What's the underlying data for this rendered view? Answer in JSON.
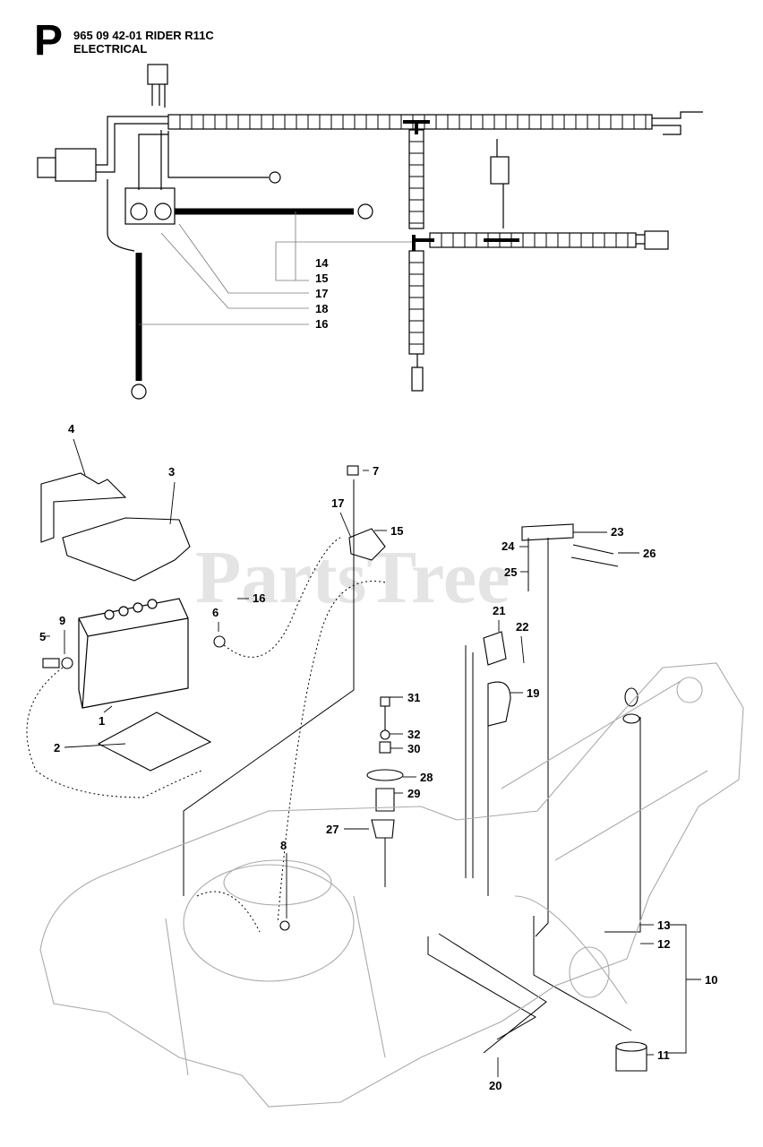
{
  "header": {
    "section_letter": "P",
    "part_title": "965 09 42-01 RIDER R11C",
    "subtitle": "ELECTRICAL"
  },
  "watermark": "PartsTree",
  "callouts": [
    "1",
    "2",
    "3",
    "4",
    "5",
    "6",
    "7",
    "8",
    "9",
    "10",
    "11",
    "12",
    "13",
    "14",
    "15",
    "16",
    "17",
    "18",
    "19",
    "20",
    "21",
    "22",
    "23",
    "24",
    "25",
    "26",
    "27",
    "28",
    "29",
    "30",
    "31",
    "32",
    "16",
    "15",
    "17"
  ]
}
